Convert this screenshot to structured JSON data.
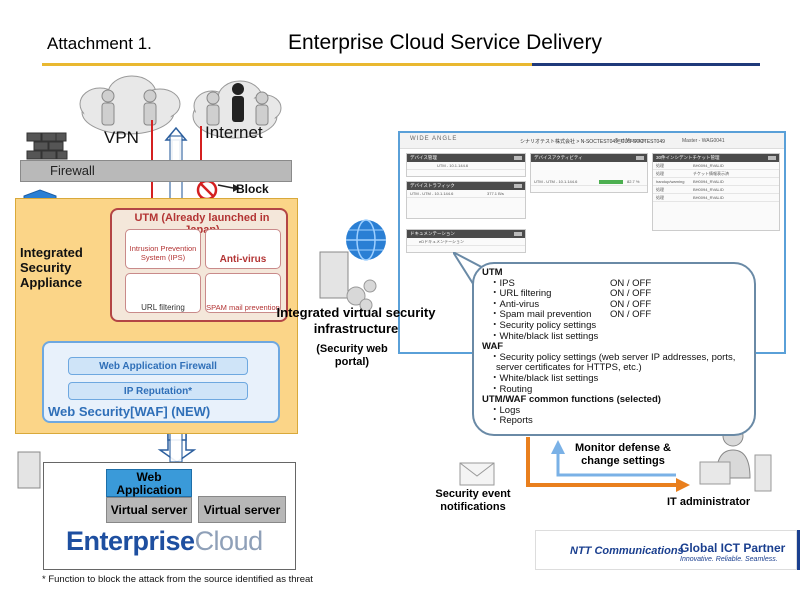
{
  "header": {
    "attachment": "Attachment 1.",
    "title": "Enterprise Cloud Service Delivery"
  },
  "network": {
    "vpn": "VPN",
    "internet": "Internet",
    "firewall": "Firewall",
    "block": "Block"
  },
  "appliance": {
    "label": "Integrated Security Appliance",
    "utm": {
      "title": "UTM (Already launched in Japan)",
      "ips": "Intrusion Prevention System (IPS)",
      "antivirus": "Anti-virus",
      "url_filtering": "URL filtering",
      "spam": "SPAM mail prevention"
    },
    "waf": {
      "firewall": "Web Application Firewall",
      "ip_reputation": "IP Reputation*",
      "title": "Web Security[WAF] (NEW)"
    }
  },
  "cloud": {
    "web_application": "Web Application",
    "virtual_server_1": "Virtual server",
    "virtual_server_2": "Virtual server",
    "logo_enterprise": "Enterprise",
    "logo_cloud": "Cloud"
  },
  "infrastructure": {
    "label": "Integrated virtual security infrastructure",
    "portal": "(Security web portal)"
  },
  "portal_screenshot": {
    "logo": "WIDE ANGLE",
    "heading": "シナリオテスト株式会社 > N-SOCTEST049_CUS-SOCTEST049",
    "test_message": "Test Message",
    "user": "Master - WAG0041",
    "panels": {
      "device_mgmt": "デバイス管理",
      "device_activity": "デバイスアクティビティ",
      "incident_tickets": "30件インシデントチケット管理",
      "device_traffic": "デバイストラフィック",
      "documents": "ドキュメンテーション"
    },
    "device_row": "UTM - 10.1.144.6",
    "activity_row": "UTM - UTM - 10.1.144.6",
    "activity_value": "82.7 %",
    "traffic_row": "UTM - UTM - 10.1.144.6",
    "traffic_value": "377.1 B/s",
    "doc_row": "eDドキュメンテーション",
    "ticket_rows": [
      {
        "status": "処理",
        "id": "BH0094_RVALID"
      },
      {
        "status": "処理",
        "id": "チケット情報表示済"
      },
      {
        "status": "handup/warning",
        "id": "BH0094_RVALID"
      },
      {
        "status": "処理",
        "id": "BH0094_RVALID"
      },
      {
        "status": "処理",
        "id": "BH0094_RVALID"
      }
    ]
  },
  "bubble": {
    "utm_heading": "UTM",
    "utm_items": [
      {
        "label": "・IPS",
        "onoff": "ON   /   OFF"
      },
      {
        "label": "・URL filtering",
        "onoff": "ON   /   OFF"
      },
      {
        "label": "・Anti-virus",
        "onoff": "ON   /   OFF"
      },
      {
        "label": "・Spam mail prevention",
        "onoff": "ON   /   OFF"
      },
      {
        "label": "・Security policy settings",
        "onoff": ""
      },
      {
        "label": "・White/black list settings",
        "onoff": ""
      }
    ],
    "waf_heading": "WAF",
    "waf_items": [
      "・Security policy settings (web server IP addresses, ports,",
      "  server certificates for HTTPS, etc.)",
      "・White/black list settings",
      "・Routing"
    ],
    "common_heading": "UTM/WAF common functions (selected)",
    "common_items": [
      "・Logs",
      "・Reports"
    ]
  },
  "admin": {
    "monitor": "Monitor defense & change settings",
    "notifications": "Security event notifications",
    "it_admin": "IT administrator"
  },
  "partner": {
    "name": "NTT Communications",
    "slogan": "Global ICT Partner",
    "tagline": "Innovative. Reliable. Seamless."
  },
  "footnote": "* Function to block the attack from the source identified as threat",
  "colors": {
    "appliance_fill": "#fbd588",
    "utm_border": "#b34545",
    "waf_accent": "#2f6fb8",
    "portal_border": "#5aa0d8",
    "arrow_orange": "#e97f1d",
    "block_red": "#d42020"
  }
}
